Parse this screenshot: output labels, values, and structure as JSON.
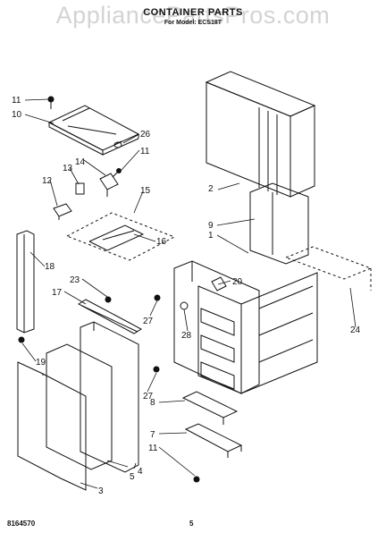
{
  "header": {
    "title": "CONTAINER PARTS",
    "subtitle": "For Model: ECS18T"
  },
  "watermark": "AppliancePartsPros.com",
  "footer": {
    "left_code": "8164570",
    "page_number": "5"
  },
  "callouts": [
    "11",
    "10",
    "26",
    "11",
    "14",
    "13",
    "12",
    "15",
    "16",
    "18",
    "17",
    "23",
    "19",
    "20",
    "27",
    "28",
    "27",
    "2",
    "9",
    "1",
    "24",
    "8",
    "7",
    "11",
    "5",
    "4",
    "3"
  ],
  "colors": {
    "line": "#111111",
    "watermark": "#9a9a9a",
    "background": "#ffffff"
  }
}
